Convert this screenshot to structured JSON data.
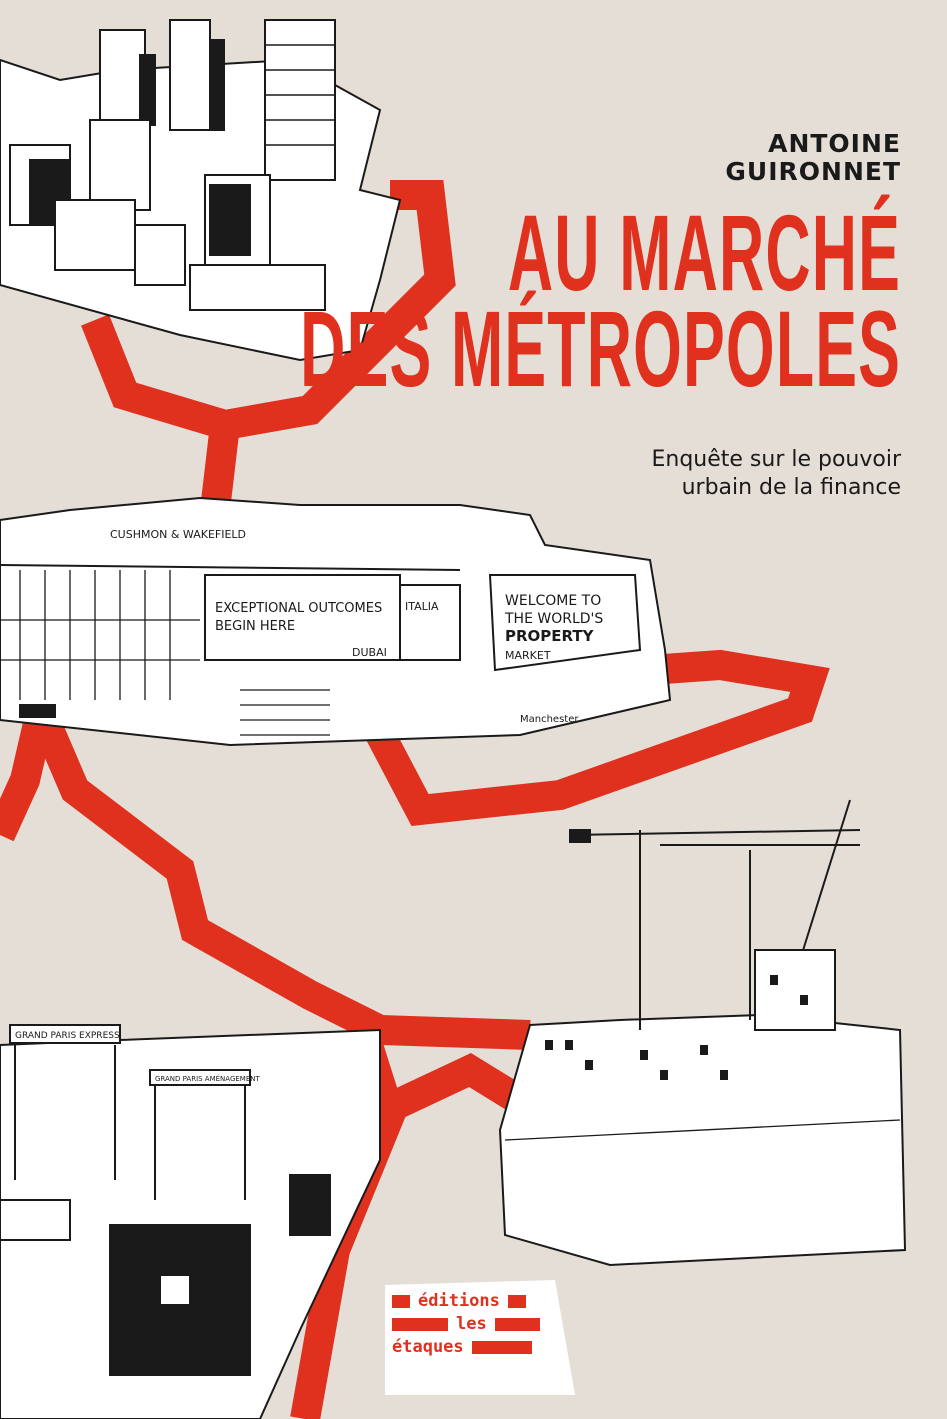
{
  "cover": {
    "author_line1": "ANTOINE",
    "author_line2": "GUIRONNET",
    "title_line1": "AU MARCHÉ",
    "title_line2": "DES MÉTROPOLES",
    "subtitle_line1": "Enquête sur le pouvoir",
    "subtitle_line2": "urbain de la finance"
  },
  "publisher": {
    "line1": "éditions",
    "line2": "les",
    "line3": "étaques"
  },
  "illustration_signs": {
    "sign1": "CUSHMON & WAKEFIELD",
    "sign2a": "EXCEPTIONAL OUTCOMES",
    "sign2b": "BEGIN HERE",
    "sign3": "DUBAI",
    "sign4": "ITALIA",
    "sign5a": "WELCOME TO",
    "sign5b": "THE WORLD'S",
    "sign5c": "PROPERTY",
    "sign5d": "MARKET",
    "sign6": "Manchester",
    "sign7": "GRAND PARIS EXPRESS",
    "sign8": "GRAND PARIS AMÉNAGEMENT"
  },
  "colors": {
    "background": "#e4ded7",
    "accent": "#e0301e",
    "ink": "#1a1a1a"
  }
}
